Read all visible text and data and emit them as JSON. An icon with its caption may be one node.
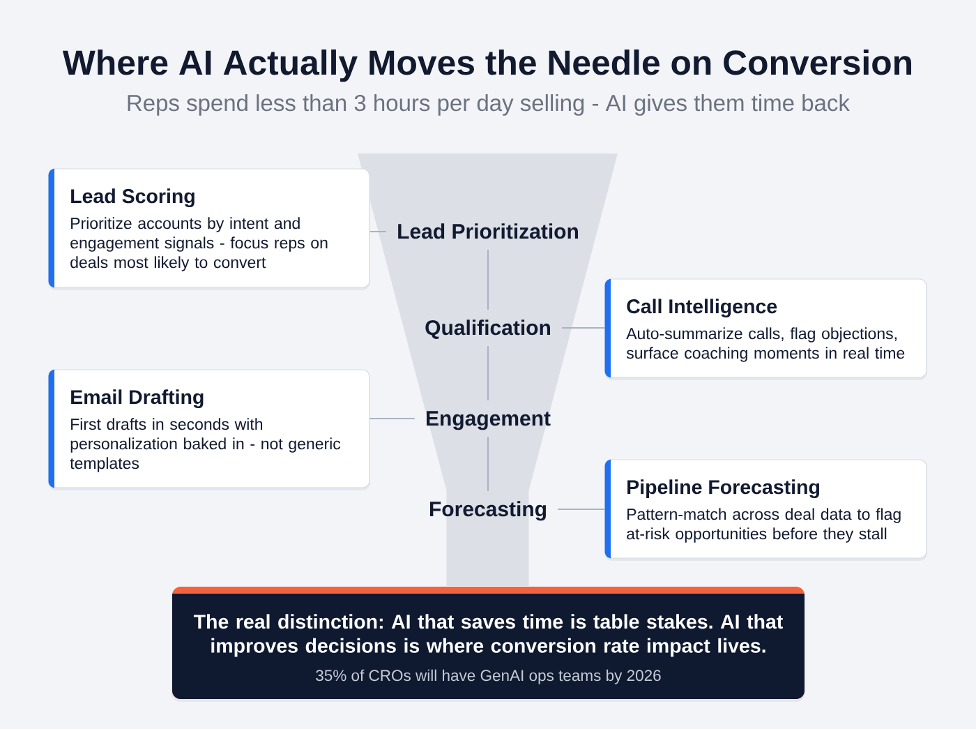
{
  "diagram": {
    "title": "Where AI Actually Moves the Needle on Conversion",
    "nodes": [
      {
        "text": [],
        "shape": "funnel"
      },
      {
        "text": [
          "Lead Scoring",
          "Prioritize accounts by intent and engagement signals - focus reps on deals most likely to convert"
        ]
      },
      {
        "text": [
          "Lead Prioritization"
        ],
        "in": 0
      },
      {
        "text": [
          "Call Intelligence",
          "Auto-summarize calls, flag objections, surface coaching moments in real time"
        ]
      },
      {
        "text": [
          "Qualification"
        ],
        "in": 0
      },
      {
        "text": [
          "Email Drafting",
          "First drafts in seconds with personalization baked in - not generic templates"
        ]
      },
      {
        "text": [
          "Engagement"
        ],
        "in": 0
      },
      {
        "text": [
          "Pipeline Forecasting",
          "Pattern-match across deal data to flag at-risk opportunities before they stall"
        ]
      },
      {
        "text": [
          "Forecasting"
        ],
        "in": 0
      },
      {
        "text": [
          "The real distinction: AI that saves time is table stakes. AI that improves decisions is where conversion rate impact lives.",
          "35% of CROs will have GenAI ops teams by 2026"
        ]
      }
    ],
    "edges": [
      {
        "from": 1,
        "to": 2,
        "arrow": "none"
      },
      {
        "from": 2,
        "to": 4,
        "arrow": "none"
      },
      {
        "from": 4,
        "to": 3,
        "arrow": "none"
      },
      {
        "from": 4,
        "to": 6,
        "arrow": "none"
      },
      {
        "from": 5,
        "to": 6,
        "arrow": "none"
      },
      {
        "from": 6,
        "to": 8,
        "arrow": "none"
      },
      {
        "from": 8,
        "to": 7,
        "arrow": "none"
      }
    ],
    "labels": [
      "Reps spend less than 3 hours per day selling - AI gives them time back"
    ]
  }
}
